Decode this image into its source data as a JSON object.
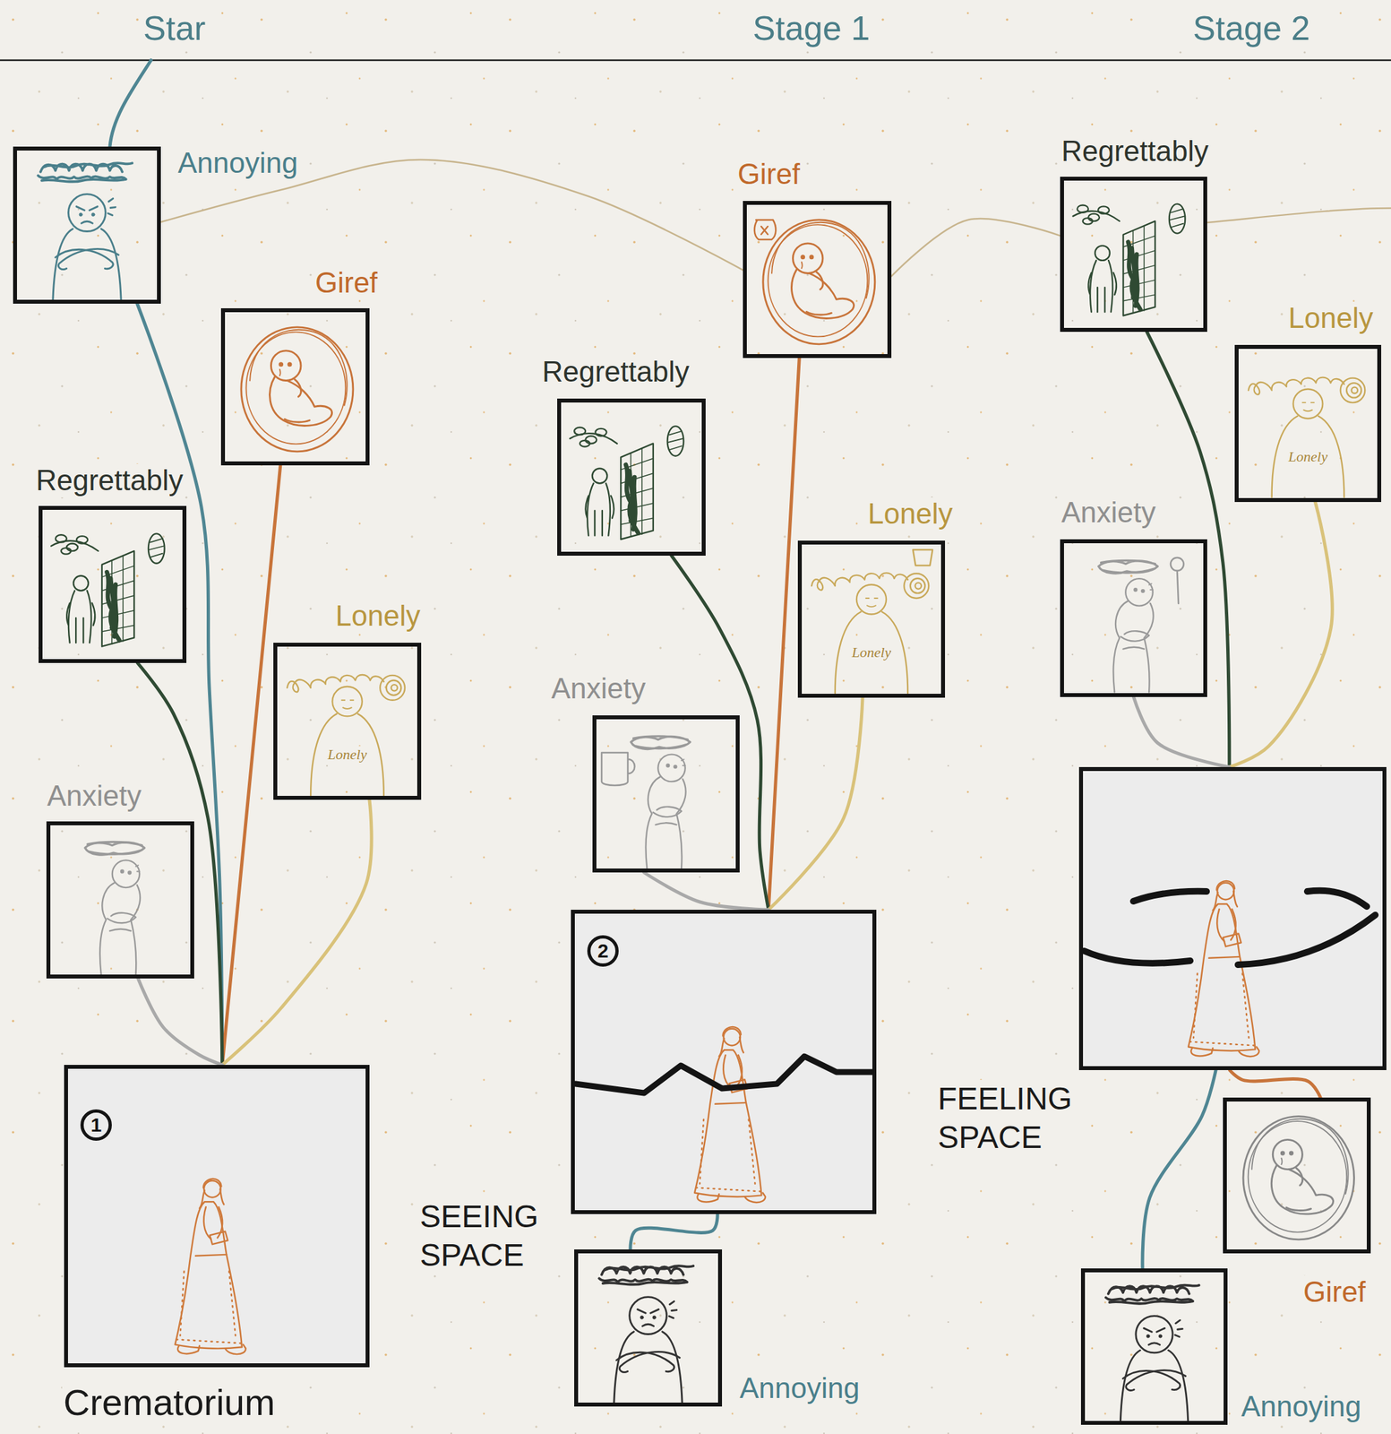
{
  "diagram": {
    "nodes": [
      {
        "text": [
          "Annoying"
        ]
      },
      {
        "text": [
          "Giref"
        ]
      },
      {
        "text": [
          "Regrettably"
        ]
      },
      {
        "text": [
          "Lonely",
          "Lonely"
        ]
      },
      {
        "text": [
          "Anxiety"
        ]
      },
      {
        "text": [
          "1",
          "Crematorium"
        ]
      },
      {
        "text": [
          "Giref"
        ]
      },
      {
        "text": [
          "Regrettably"
        ]
      },
      {
        "text": [
          "Lonely",
          "Lonely"
        ]
      },
      {
        "text": [
          "Anxiety"
        ]
      },
      {
        "text": [
          "2",
          "SEEING SPACE"
        ]
      },
      {
        "text": [
          "Annoying"
        ]
      },
      {
        "text": [
          "Regrettably"
        ]
      },
      {
        "text": [
          "Lonely",
          "Lonely"
        ]
      },
      {
        "text": [
          "Anxiety"
        ]
      },
      {
        "text": [
          "FEELING SPACE"
        ]
      },
      {
        "text": [
          "Giref"
        ]
      },
      {
        "text": [
          "Annoying"
        ]
      }
    ],
    "edges": [
      {
        "from": 0,
        "to": 5,
        "arrow": "none"
      },
      {
        "from": 1,
        "to": 5,
        "arrow": "none"
      },
      {
        "from": 2,
        "to": 5,
        "arrow": "none"
      },
      {
        "from": 3,
        "to": 5,
        "arrow": "none"
      },
      {
        "from": 4,
        "to": 5,
        "arrow": "none"
      },
      {
        "from": 6,
        "to": 10,
        "arrow": "none"
      },
      {
        "from": 7,
        "to": 10,
        "arrow": "none"
      },
      {
        "from": 8,
        "to": 10,
        "arrow": "none"
      },
      {
        "from": 9,
        "to": 10,
        "arrow": "none"
      },
      {
        "from": 11,
        "to": 10,
        "arrow": "none"
      },
      {
        "from": 12,
        "to": 15,
        "arrow": "none"
      },
      {
        "from": 13,
        "to": 15,
        "arrow": "none"
      },
      {
        "from": 14,
        "to": 15,
        "arrow": "none"
      },
      {
        "from": 16,
        "to": 15,
        "arrow": "none"
      },
      {
        "from": 17,
        "to": 15,
        "arrow": "none"
      },
      {
        "from": 0,
        "to": 6,
        "arrow": "none"
      },
      {
        "from": 6,
        "to": 12,
        "arrow": "none"
      }
    ],
    "labels": [
      "Star",
      "Stage 1",
      "Stage 2"
    ]
  }
}
